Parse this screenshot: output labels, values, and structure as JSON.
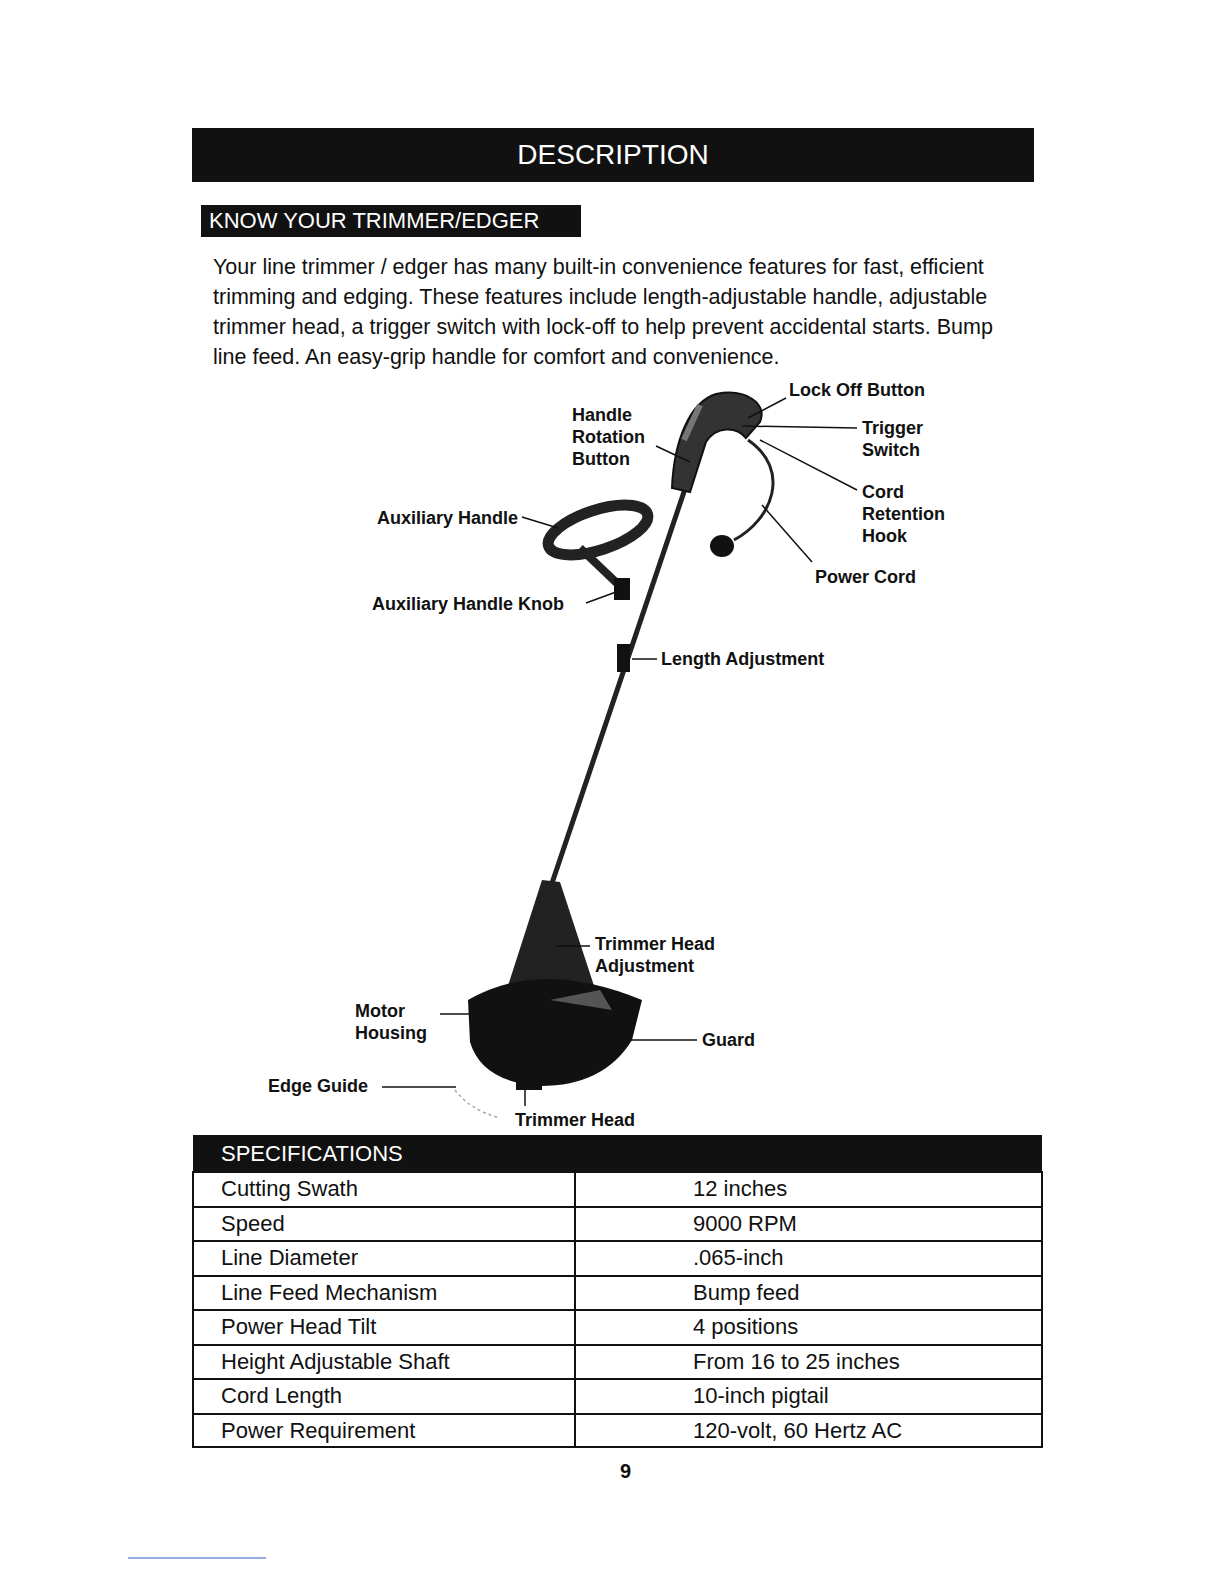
{
  "diagram": {
    "title": "DESCRIPTION",
    "nodes": [
      {
        "text": [
          "KNOW YOUR TRIMMER/EDGER"
        ]
      },
      {
        "text": [
          "SPECIFICATIONS"
        ]
      }
    ],
    "labels": [
      "Your line trimmer / edger has many built-in convenience features for fast, efficient trimming and edging. These features include length-adjustable handle, adjustable trimmer head, a trigger switch with lock-off to help prevent accidental starts. Bump line feed. An easy-grip handle for comfort and convenience.",
      "Lock Off Button",
      "Handle Rotation Button",
      "Trigger Switch",
      "Cord Retention Hook",
      "Power Cord",
      "Auxiliary Handle",
      "Auxiliary Handle Knob",
      "Length Adjustment",
      "Trimmer Head Adjustment",
      "Motor Housing",
      "Guard",
      "Edge Guide",
      "Trimmer Head",
      "Cutting Swath",
      "12 inches",
      "Speed",
      "9000 RPM",
      "Line Diameter",
      ".065-inch",
      "Line Feed Mechanism",
      "Bump feed",
      "Power Head Tilt",
      "4 positions",
      "Height Adjustable Shaft",
      "From 16 to 25 inches",
      "Cord Length",
      "10-inch pigtail",
      "Power Requirement",
      "120-volt, 60 Hertz AC",
      "9"
    ]
  }
}
